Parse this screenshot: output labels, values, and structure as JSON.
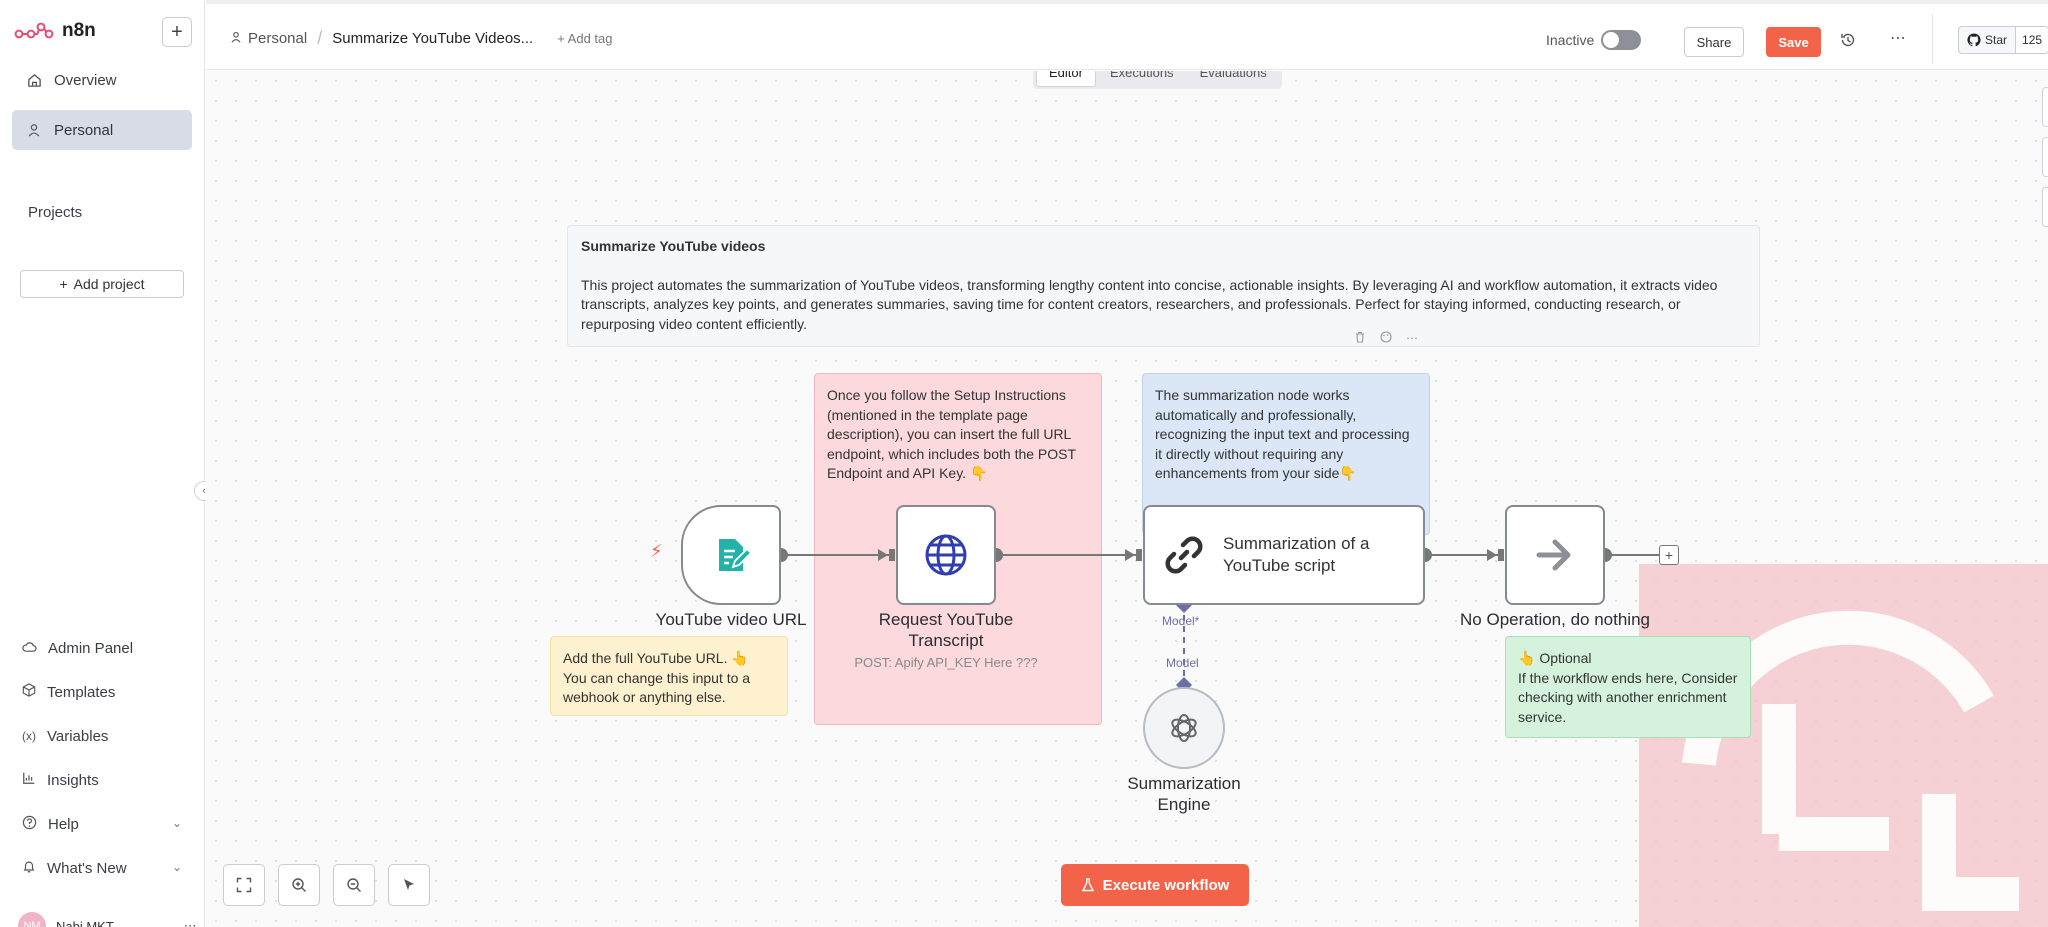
{
  "sidebar": {
    "logo_text": "n8n",
    "nav": [
      {
        "label": "Overview",
        "icon": "home-icon"
      },
      {
        "label": "Personal",
        "icon": "user-icon"
      }
    ],
    "projects_label": "Projects",
    "add_project_label": "Add project",
    "bottom": [
      {
        "label": "Admin Panel",
        "icon": "cloud-icon"
      },
      {
        "label": "Templates",
        "icon": "box-icon"
      },
      {
        "label": "Variables",
        "icon": "variable-icon"
      },
      {
        "label": "Insights",
        "icon": "chart-icon"
      },
      {
        "label": "Help",
        "icon": "help-icon"
      },
      {
        "label": "What's New",
        "icon": "bell-icon"
      }
    ],
    "user": {
      "initials": "NM",
      "name": "Nabi MKT"
    }
  },
  "header": {
    "breadcrumb_project": "Personal",
    "workflow_name": "Summarize YouTube Videos...",
    "add_tag": "+ Add tag",
    "status_label": "Inactive",
    "share_label": "Share",
    "save_label": "Save",
    "github_label": "Star",
    "github_count": "125"
  },
  "tabs": [
    "Editor",
    "Executions",
    "Evaluations"
  ],
  "notes": {
    "main_title": "Summarize YouTube videos",
    "main_body": "This project automates the summarization of YouTube videos, transforming lengthy content into concise, actionable insights. By leveraging AI and workflow automation, it extracts video transcripts, analyzes key points, and generates summaries, saving time for content creators, researchers, and professionals. Perfect for staying informed, conducting research, or repurposing video content efficiently.",
    "red": "Once you follow the Setup Instructions (mentioned in the template page description), you can insert the full URL endpoint, which includes both the POST Endpoint and API Key. 👇",
    "blue": "The summarization node works automatically and professionally, recognizing the input text and processing it directly without requiring any enhancements from your side👇",
    "yellow": "Add the full YouTube URL. 👆 You can change this input to a webhook or anything else.",
    "green_title": "👆 Optional",
    "green_body": "If the workflow ends here, Consider checking with another enrichment service."
  },
  "nodes": {
    "trigger": "YouTube video URL",
    "http": "Request YouTube Transcript",
    "http_sub": "POST: Apify API_KEY Here ???",
    "llm": "Summarization of a YouTube script",
    "noop": "No Operation, do nothing",
    "model": "Summarization Engine",
    "model_port_top": "Model*",
    "model_port_bottom": "Model"
  },
  "execute_label": "Execute workflow",
  "colors": {
    "accent": "#f2634a",
    "trigger_icon": "#21b3a8",
    "http_icon": "#2f3fb3",
    "ai_port": "#6d6fa8"
  }
}
